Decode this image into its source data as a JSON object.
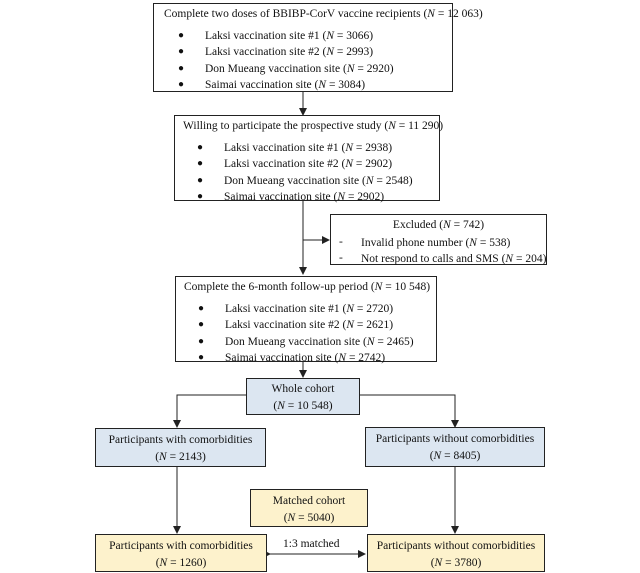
{
  "box1": {
    "title": "Complete two doses of BBIBP-CorV vaccine recipients (",
    "n_italic": "N",
    "n_value": " = 12 063)",
    "items": [
      {
        "name": "Laksi vaccination site #1",
        "value": " = 3066)"
      },
      {
        "name": "Laksi vaccination site #2",
        "value": " = 2993)"
      },
      {
        "name": "Don Mueang vaccination site",
        "value": " = 2920)"
      },
      {
        "name": "Saimai vaccination site",
        "value": " = 3084)"
      }
    ]
  },
  "box2": {
    "title": "Willing to participate the prospective study (",
    "n_value": " = 11 290)",
    "items": [
      {
        "name": "Laksi vaccination site #1",
        "value": " = 2938)"
      },
      {
        "name": "Laksi vaccination site #2",
        "value": " = 2902)"
      },
      {
        "name": "Don Mueang vaccination site",
        "value": " = 2548)"
      },
      {
        "name": "Saimai vaccination site",
        "value": " = 2902)"
      }
    ]
  },
  "excluded": {
    "title": "Excluded (",
    "n_value": " = 742)",
    "dash": "-",
    "items": [
      {
        "name": "Invalid phone number",
        "value": " = 538)"
      },
      {
        "name": "Not respond to calls and SMS",
        "value": " = 204)"
      }
    ]
  },
  "box3": {
    "title": "Complete the 6-month follow-up period (",
    "n_value": " = 10 548)",
    "items": [
      {
        "name": "Laksi vaccination site #1",
        "value": " = 2720)"
      },
      {
        "name": "Laksi vaccination site #2",
        "value": " = 2621)"
      },
      {
        "name": "Don Mueang vaccination site",
        "value": " = 2465)"
      },
      {
        "name": "Saimai vaccination site",
        "value": " = 2742)"
      }
    ]
  },
  "whole": {
    "title": "Whole cohort",
    "n_value": " = 10 548)"
  },
  "with_comorb": {
    "title": "Participants with comorbidities",
    "n_value": " = 2143)"
  },
  "without_comorb": {
    "title": "Participants without comorbidities",
    "n_value": " = 8405)"
  },
  "matched": {
    "title": "Matched cohort",
    "n_value": " = 5040)"
  },
  "with_matched": {
    "title": "Participants with comorbidities",
    "n_value": " = 1260)"
  },
  "without_matched": {
    "title": "Participants without comorbidities",
    "n_value": " = 3780)"
  },
  "match_ratio": "1:3 matched",
  "symbols": {
    "bullet": "●",
    "open_paren": "(",
    "n": "N"
  },
  "colors": {
    "blue_fill": "#dce6f1",
    "yellow_fill": "#fdf2cc",
    "line": "#222222"
  }
}
